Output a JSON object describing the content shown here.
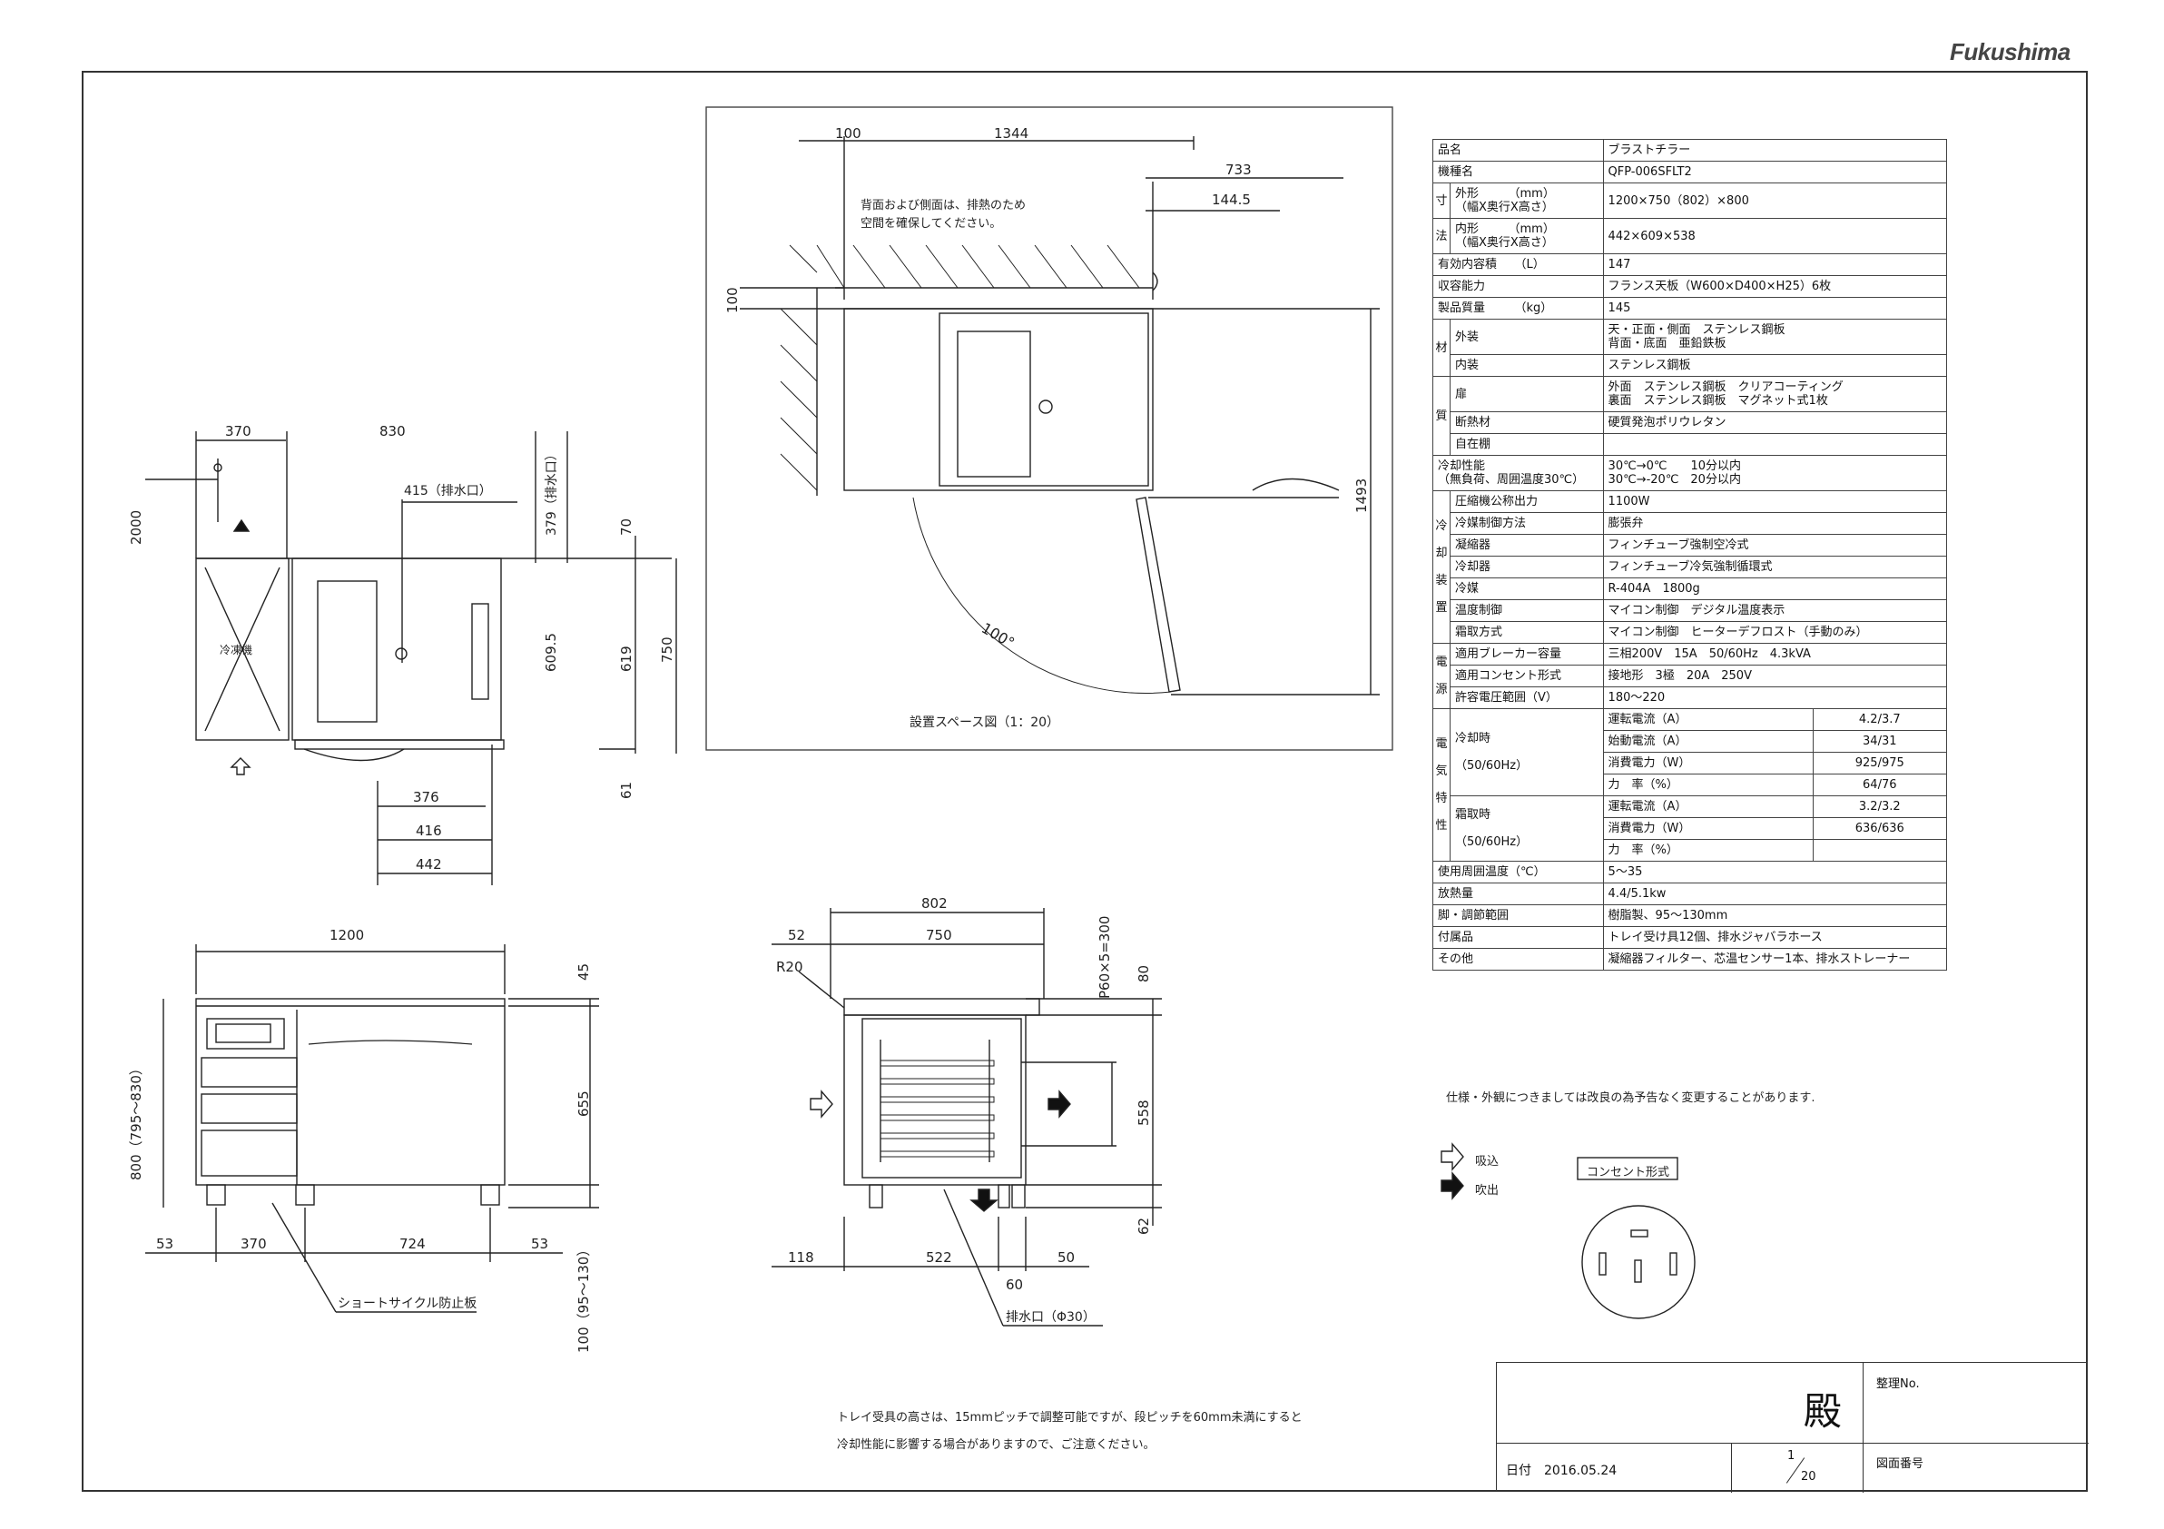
{
  "brand": "Fukushima",
  "dims_top": {
    "d100": "100",
    "d1344": "1344",
    "d733": "733",
    "d1445": "144.5",
    "d100v": "100",
    "d1493": "1493",
    "angle": "100°",
    "note": "背面および側面は、排熱のため\n空間を確保してください。",
    "caption": "設置スペース図（1：20）"
  },
  "dims_plan": {
    "d370": "370",
    "d830": "830",
    "d415": "415（排水口）",
    "d379": "379（排水口）",
    "d2000": "2000",
    "d70": "70",
    "d6095": "609.5",
    "d619": "619",
    "d750": "750",
    "d61": "61",
    "d376": "376",
    "d416": "416",
    "d442": "442",
    "machine": "冷凍機"
  },
  "dims_front": {
    "d1200": "1200",
    "d45": "45",
    "d655": "655",
    "d800": "800（795～830）",
    "d100v": "100（95～130）",
    "d53a": "53",
    "d370": "370",
    "d724": "724",
    "d53b": "53",
    "short_cycle": "ショートサイクル防止板"
  },
  "dims_side": {
    "d802": "802",
    "d52": "52",
    "d750": "750",
    "r20": "R20",
    "pitch": "P60×5=300",
    "d80": "80",
    "d558": "558",
    "d62": "62",
    "d118": "118",
    "d522": "522",
    "d60": "60",
    "d50": "50",
    "drain": "排水口（Φ30）"
  },
  "spec": {
    "r1": [
      "品名",
      "ブラストチラー"
    ],
    "r2": [
      "機種名",
      "QFP-006SFLT2"
    ],
    "dim_g1": "寸",
    "dim_g2": "法",
    "outer": [
      "外形　　　（mm）",
      "（幅X奥行X高さ）",
      "1200×750（802）×800"
    ],
    "inner": [
      "内形　　　（mm）",
      "（幅X奥行X高さ）",
      "442×609×538"
    ],
    "vol": [
      "有効内容積　　（L）",
      "147"
    ],
    "cap": [
      "収容能力",
      "フランス天板（W600×D400×H25）6枚"
    ],
    "mass": [
      "製品質量　　　（kg）",
      "145"
    ],
    "mat_g1": "材",
    "mat_g2": "質",
    "m1": [
      "外装",
      "天・正面・側面　ステンレス鋼板",
      "背面・底面　亜鉛鉄板"
    ],
    "m2": [
      "内装",
      "ステンレス鋼板"
    ],
    "m3": [
      "扉",
      "外面　ステンレス鋼板　クリアコーティング",
      "裏面　ステンレス鋼板　マグネット式1枚"
    ],
    "m4": [
      "断熱材",
      "硬質発泡ポリウレタン"
    ],
    "m5": [
      "自在棚",
      ""
    ],
    "cool": [
      "冷却性能",
      "（無負荷、周囲温度30℃）",
      "30℃→0℃　　10分以内",
      "30℃→-20℃　20分以内"
    ],
    "dev_g": [
      "冷",
      "却",
      "装",
      "置"
    ],
    "d1": [
      "圧縮機公称出力",
      "1100W"
    ],
    "d2": [
      "冷媒制御方法",
      "膨張弁"
    ],
    "d3": [
      "凝縮器",
      "フィンチューブ強制空冷式"
    ],
    "d4": [
      "冷却器",
      "フィンチューブ冷気強制循環式"
    ],
    "d5": [
      "冷媒",
      "R-404A　1800g"
    ],
    "d6": [
      "温度制御",
      "マイコン制御　デジタル温度表示"
    ],
    "d7": [
      "霜取方式",
      "マイコン制御　ヒーターデフロスト（手動のみ）"
    ],
    "pw_g": [
      "電",
      "源"
    ],
    "p1": [
      "適用ブレーカー容量",
      "三相200V　15A　50/60Hz　4.3kVA"
    ],
    "p2": [
      "適用コンセント形式",
      "接地形　3極　20A　250V"
    ],
    "p3": [
      "許容電圧範囲（V）",
      "180～220"
    ],
    "el_g": [
      "電",
      "気",
      "特",
      "性"
    ],
    "cool_mode": [
      "冷却時",
      "（50/60Hz）"
    ],
    "e1": [
      "運転電流（A）",
      "4.2/3.7"
    ],
    "e2": [
      "始動電流（A）",
      "34/31"
    ],
    "e3": [
      "消費電力（W）",
      "925/975"
    ],
    "e4": [
      "力　率（%）",
      "64/76"
    ],
    "def_mode": [
      "霜取時",
      "（50/60Hz）"
    ],
    "f1": [
      "運転電流（A）",
      "3.2/3.2"
    ],
    "f2": [
      "消費電力（W）",
      "636/636"
    ],
    "f3": [
      "力　率（%）",
      ""
    ],
    "t1": [
      "使用周囲温度（℃）",
      "5～35"
    ],
    "t2": [
      "放熱量",
      "4.4/5.1kw"
    ],
    "t3": [
      "脚・調節範囲",
      "樹脂製、95～130mm"
    ],
    "t4": [
      "付属品",
      "トレイ受け具12個、排水ジャバラホース"
    ],
    "t5": [
      "その他",
      "凝縮器フィルター、芯温センサー1本、排水ストレーナー"
    ]
  },
  "spec_note": "仕様・外観につきましては改良の為予告なく変更することがあります.",
  "legend": {
    "intake": "吸込",
    "exhaust": "吹出",
    "outlet": "コンセント形式"
  },
  "tray_note": [
    "トレイ受具の高さは、15mmピッチで調整可能ですが、段ピッチを60mm未満にすると",
    "冷却性能に影響する場合がありますので、ご注意ください。"
  ],
  "title_block": {
    "honorific": "殿",
    "ref_no": "整理No.",
    "date": "日付　2016.05.24",
    "scale_top": "1",
    "scale_bot": "20",
    "drawing_no": "図面番号"
  }
}
